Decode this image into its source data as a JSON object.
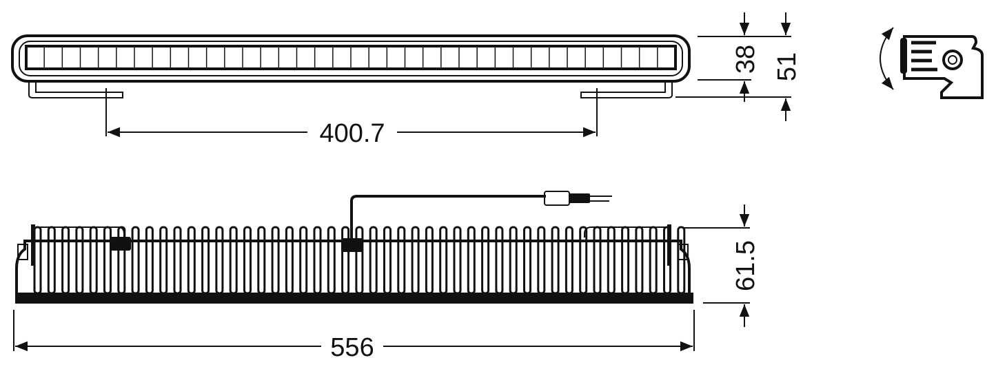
{
  "dimensions": {
    "mount_spacing": "400.7",
    "lens_height": "38",
    "total_height": "51",
    "depth": "61.5",
    "length": "556"
  },
  "icons": [
    "rotation-arrow-icon",
    "bracket-side-view-icon"
  ],
  "colors": {
    "line": "#111111",
    "background": "#ffffff"
  }
}
